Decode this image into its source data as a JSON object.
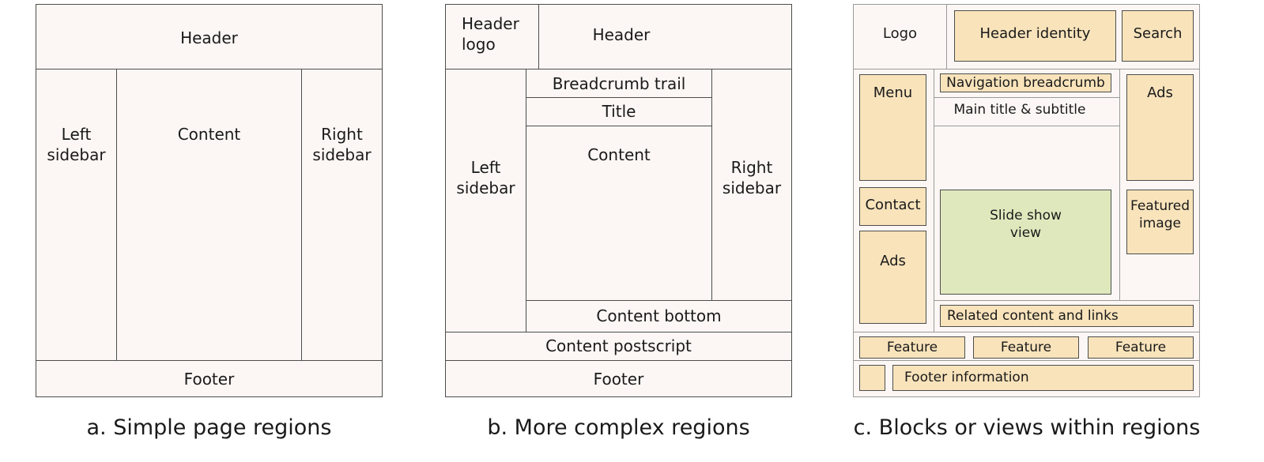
{
  "colors": {
    "region_fill": "#fcf7f4",
    "block_fill": "#f8e3bb",
    "slideshow_fill": "#dfe8bd",
    "line": "#4d4d4d"
  },
  "diagram_a": {
    "caption": "a. Simple page regions",
    "header": "Header",
    "left_sidebar": "Left\nsidebar",
    "content": "Content",
    "right_sidebar": "Right\nsidebar",
    "footer": "Footer"
  },
  "diagram_b": {
    "caption": "b. More complex regions",
    "header_logo": "Header\nlogo",
    "header": "Header",
    "breadcrumb": "Breadcrumb trail",
    "title": "Title",
    "content": "Content",
    "left_sidebar": "Left\nsidebar",
    "right_sidebar": "Right\nsidebar",
    "content_bottom": "Content bottom",
    "content_postscript": "Content postscript",
    "footer": "Footer"
  },
  "diagram_c": {
    "caption": "c. Blocks or views within regions",
    "logo": "Logo",
    "header_identity": "Header identity",
    "search": "Search",
    "menu": "Menu",
    "navigation_breadcrumb": "Navigation breadcrumb",
    "main_title": "Main title & subtitle",
    "ads_right": "Ads",
    "contact": "Contact",
    "slideshow": "Slide show\nview",
    "featured_image": "Featured\nimage",
    "ads_left": "Ads",
    "related": "Related content and links",
    "features": [
      "Feature",
      "Feature",
      "Feature"
    ],
    "footer_info": "Footer information"
  }
}
